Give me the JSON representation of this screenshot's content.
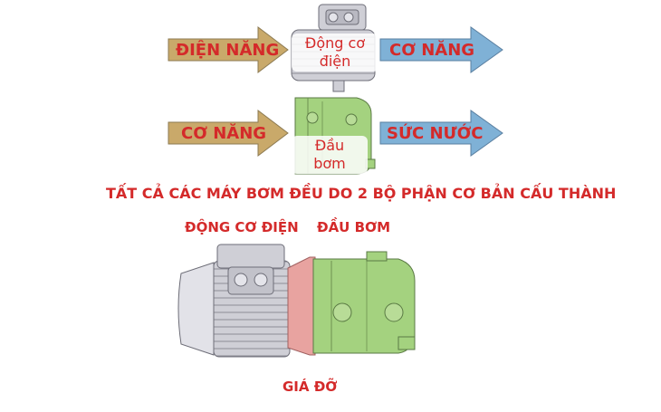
{
  "colors": {
    "input_arrow": "#c9a96a",
    "output_arrow": "#7fb1d6",
    "label_red": "#d42a2a",
    "motor_gray": "#c8c8d0",
    "pump_green": "#a4d27f",
    "bracket_pink": "#e8a3a0"
  },
  "row1": {
    "input_label": "ĐIỆN NĂNG",
    "component_label": "Động cơ điện",
    "output_label": "CƠ NĂNG"
  },
  "row2": {
    "input_label": "CƠ NĂNG",
    "component_label": "Đầu bơm",
    "output_label": "SỨC NƯỚC"
  },
  "headline": "TẤT CẢ CÁC MÁY BƠM ĐỀU DO 2 BỘ PHẬN CƠ BẢN CẤU THÀNH",
  "assembly": {
    "motor_label": "ĐỘNG CƠ ĐIỆN",
    "pump_label": "ĐẦU BƠM",
    "bracket_label": "GIÁ ĐỠ"
  }
}
